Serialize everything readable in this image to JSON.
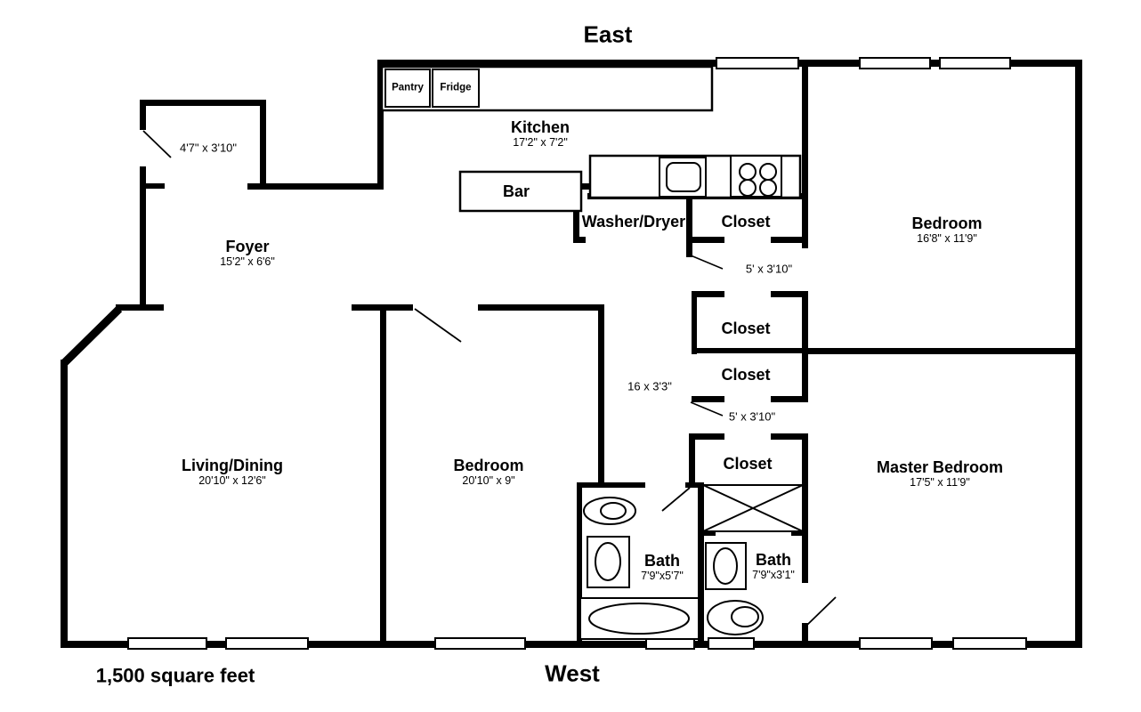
{
  "compass": {
    "east": "East",
    "west": "West"
  },
  "area_label": "1,500 square feet",
  "colors": {
    "wall": "#000000",
    "background": "#ffffff",
    "text": "#000000"
  },
  "rooms": {
    "kitchen": {
      "name": "Kitchen",
      "dims": "17'2\" x 7'2\""
    },
    "foyer": {
      "name": "Foyer",
      "dims": "15'2\" x 6'6\""
    },
    "bedroom_east": {
      "name": "Bedroom",
      "dims": "16'8\" x 11'9\""
    },
    "living_dining": {
      "name": "Living/Dining",
      "dims": "20'10\" x 12'6\""
    },
    "bedroom_west": {
      "name": "Bedroom",
      "dims": "20'10\" x 9\""
    },
    "master_bedroom": {
      "name": "Master Bedroom",
      "dims": "17'5\" x 11'9\""
    },
    "bath_main": {
      "name": "Bath",
      "dims": "7'9\"x5'7\""
    },
    "bath_master": {
      "name": "Bath",
      "dims": "7'9\"x3'1\""
    },
    "washer_dryer": {
      "name": "Washer/Dryer"
    },
    "bar": {
      "name": "Bar"
    },
    "pantry": {
      "name": "Pantry"
    },
    "fridge": {
      "name": "Fridge"
    },
    "closet_laundry": {
      "name": "Closet"
    },
    "closet_hall_upper": {
      "name": "Closet"
    },
    "closet_hall_lower": {
      "name": "Closet"
    },
    "closet_master": {
      "name": "Closet"
    }
  },
  "dimension_callouts": {
    "foyer_closet": "4'7\" x 3'10\"",
    "laundry_closet": "5' x 3'10\"",
    "hallway": "16 x 3'3\"",
    "hall_closet": "5' x 3'10\""
  }
}
